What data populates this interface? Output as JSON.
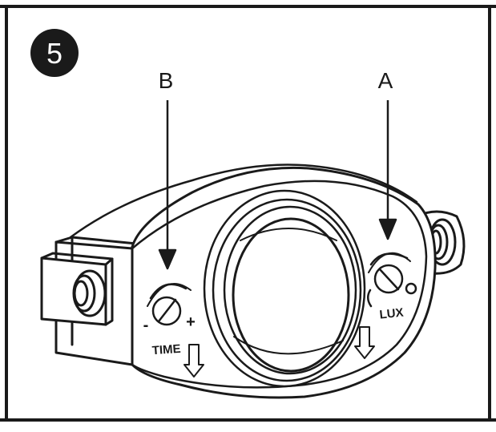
{
  "step": {
    "number": "5"
  },
  "callouts": {
    "a": "A",
    "b": "B"
  },
  "device": {
    "time_label": "TIME",
    "time_minus": "-",
    "time_plus": "+",
    "lux_label": "LUX"
  },
  "colors": {
    "line": "#1a1a1a",
    "background": "#ffffff",
    "badge": "#1a1a1a",
    "badge_text": "#ffffff"
  }
}
